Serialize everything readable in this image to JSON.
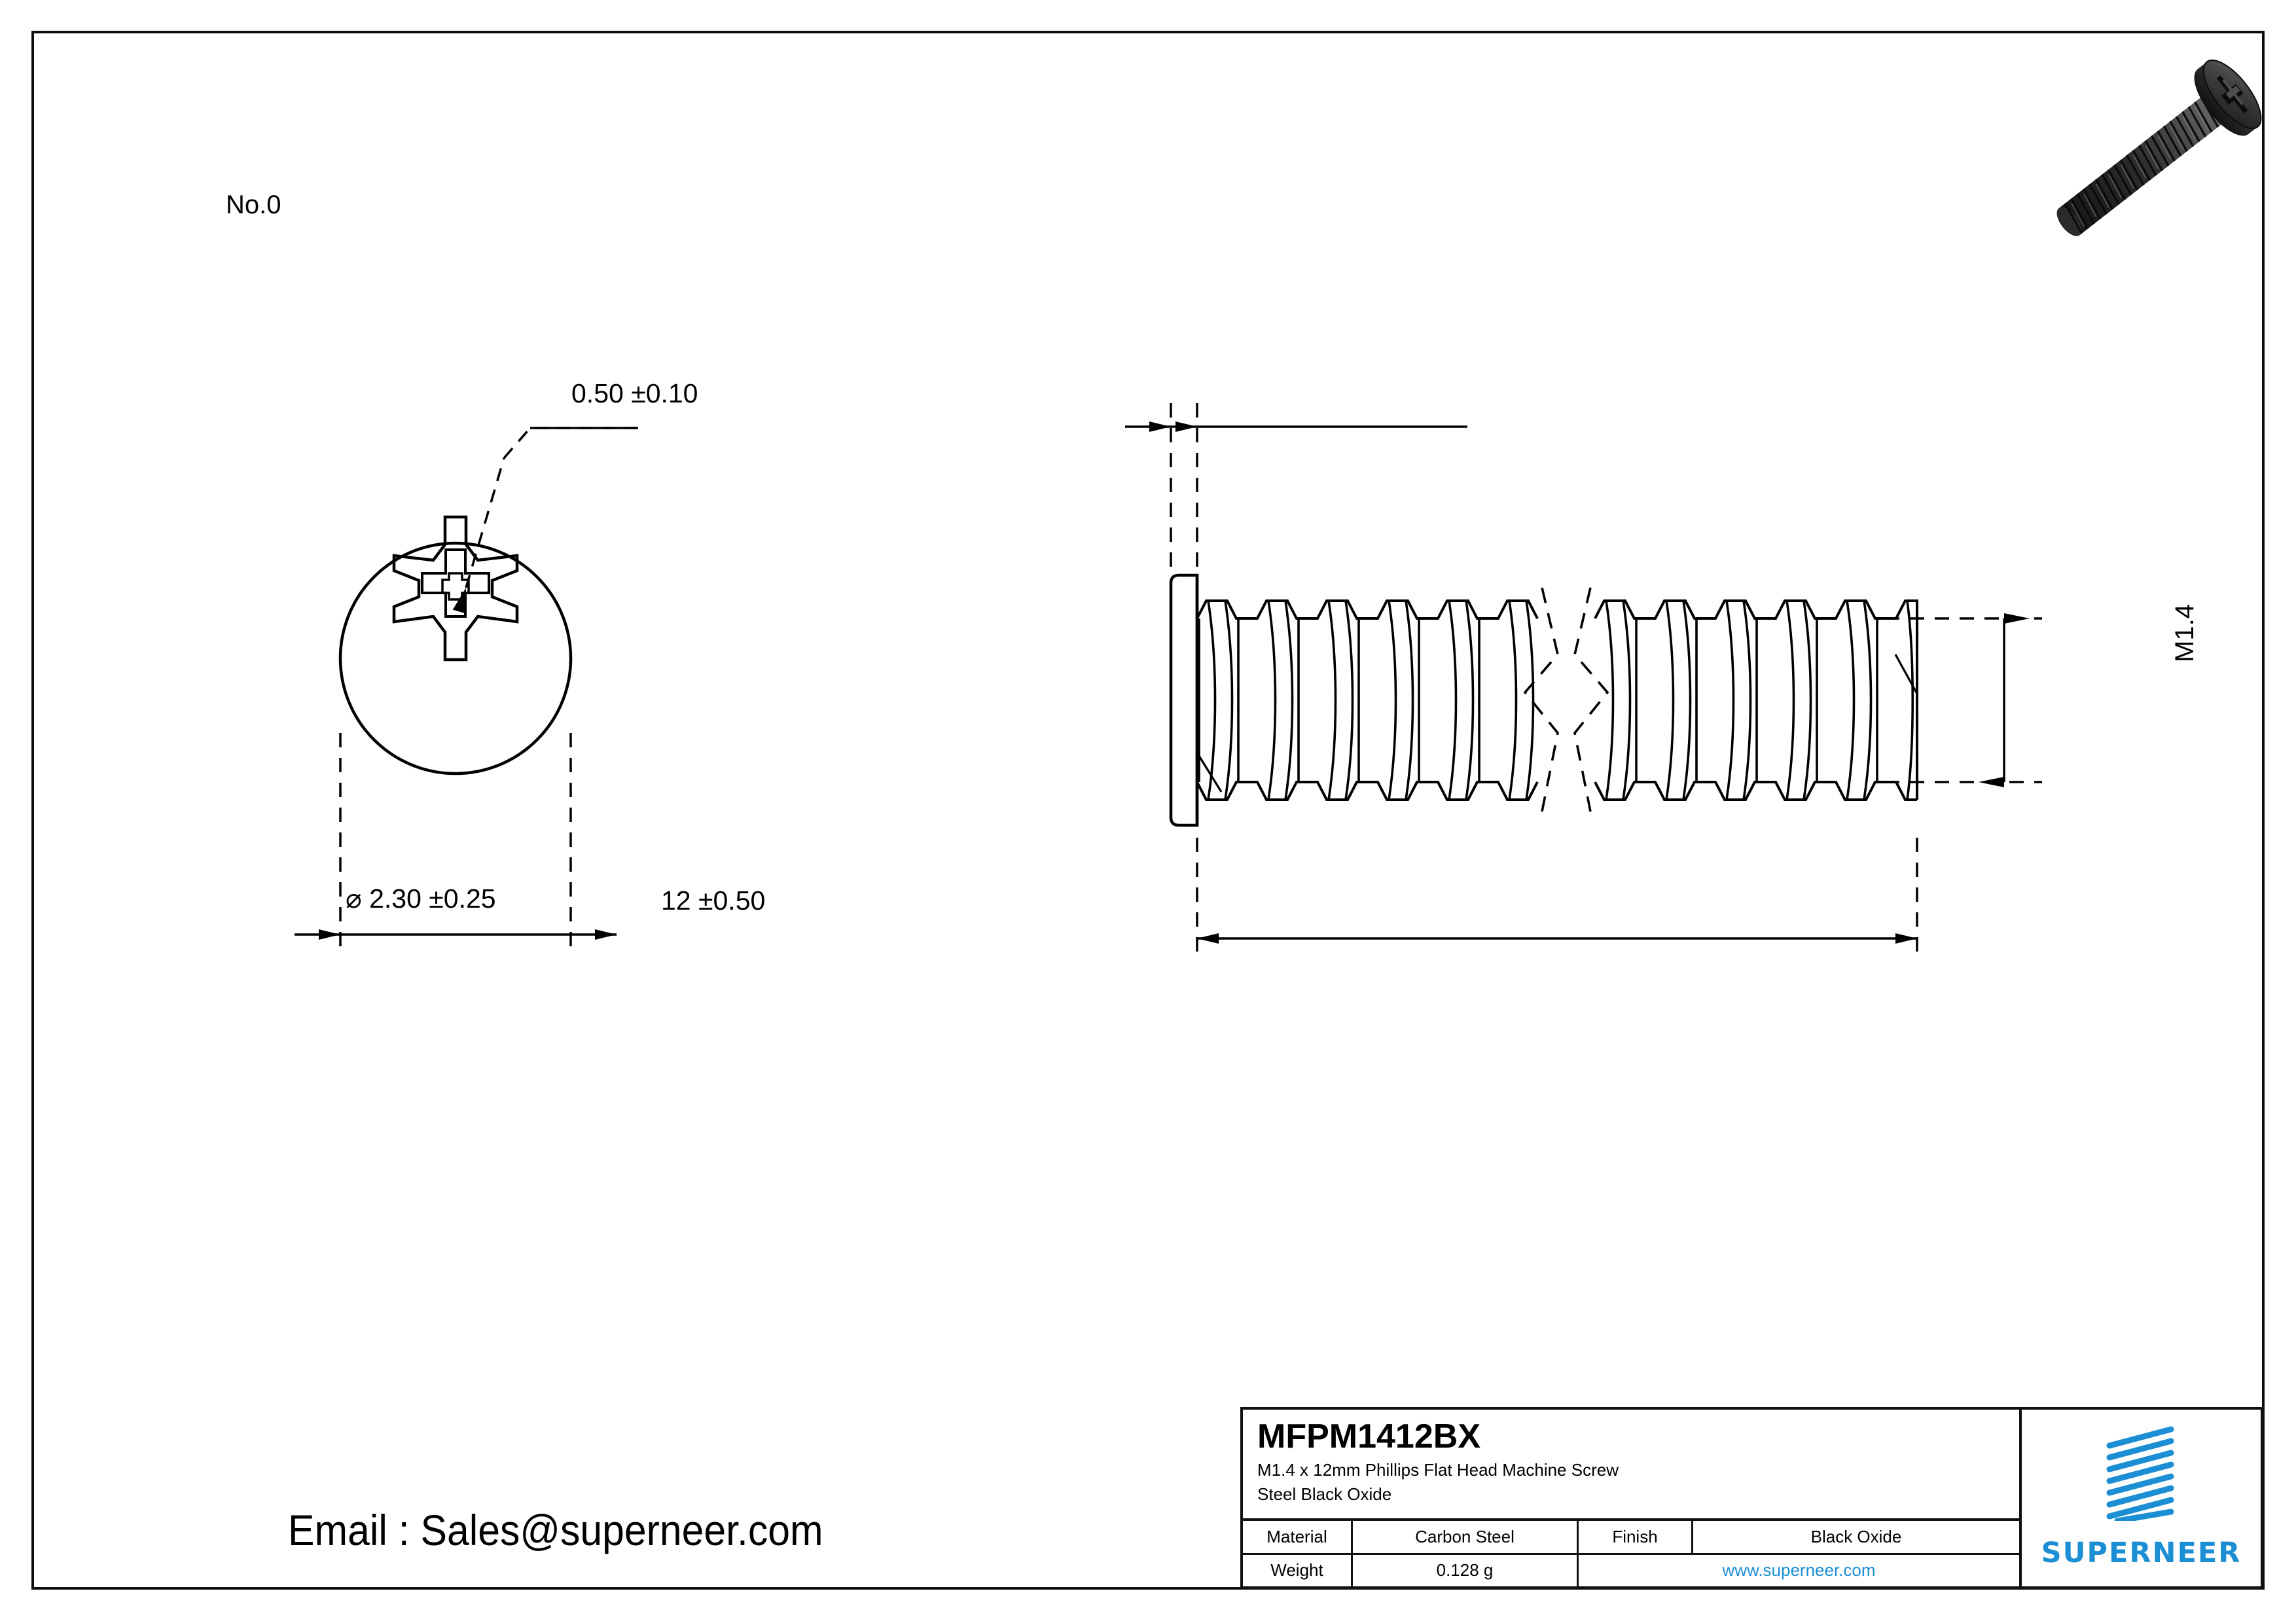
{
  "sheet": {
    "email_text": "Email : Sales@superneer.com",
    "accent_blue": "#1b8ed4",
    "line_color": "#000000"
  },
  "drawing": {
    "head_view": {
      "recess_callout": "No.0",
      "diameter_dim": "⌀ 2.30 ±0.25"
    },
    "side_view": {
      "head_height_dim": "0.50 ±0.10",
      "length_dim": "12 ±0.50",
      "thread_dim": "M1.4"
    }
  },
  "title_block": {
    "part_number": "MFPM1412BX",
    "description_line1": "M1.4 x 12mm Phillips Flat Head Machine Screw",
    "description_line2": "Steel Black Oxide",
    "rows": [
      {
        "label": "Material",
        "value": "Carbon Steel",
        "label2": "Finish",
        "value2": "Black Oxide"
      },
      {
        "label": "Weight",
        "value": "0.128 g",
        "url": "www.superneer.com"
      }
    ],
    "logo": {
      "wordmark": "SUPERNEER",
      "icon_name": "superneer-bars-logo",
      "bar_count": 8
    }
  }
}
